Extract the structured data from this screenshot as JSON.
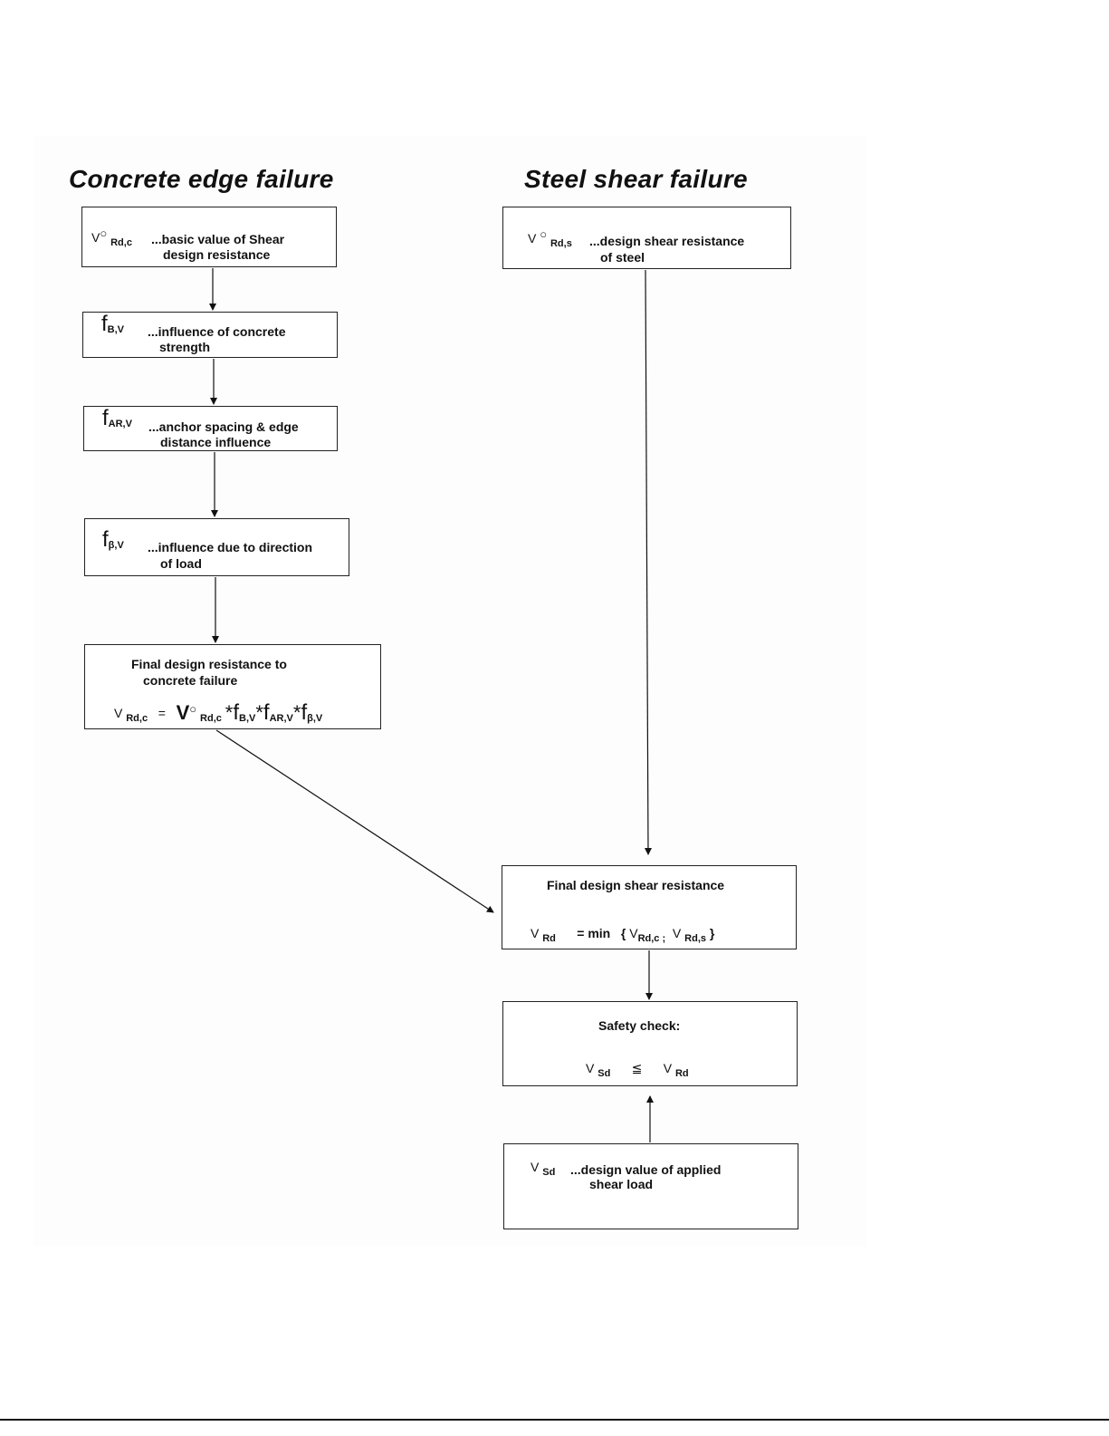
{
  "headings": {
    "concrete": "Concrete edge failure",
    "steel": "Steel shear failure"
  },
  "box_basic_concrete": {
    "symbol": "V",
    "superscript": "○",
    "subscript": "Rd,c",
    "desc_line1": "...basic value of Shear",
    "desc_line2": "design resistance"
  },
  "box_concrete_strength": {
    "symbol": "f",
    "subscript": "B,V",
    "desc_line1": "...influence of concrete",
    "desc_line2": "strength"
  },
  "box_anchor_spacing": {
    "symbol": "f",
    "subscript": "AR,V",
    "desc_line1": "...anchor spacing & edge",
    "desc_line2": "distance influence"
  },
  "box_load_direction": {
    "symbol": "f",
    "subscript": "β,V",
    "desc_line1": "...influence due to direction",
    "desc_line2": "of load"
  },
  "box_final_concrete": {
    "title_line1": "Final design resistance to",
    "title_line2": "concrete failure",
    "lhs_symbol": "V",
    "lhs_subscript": "Rd,c",
    "equals": "=",
    "f1_symbol": "V",
    "f1_superscript": "○",
    "f1_subscript": "Rd,c",
    "mult": "*",
    "f2_symbol": "f",
    "f2_subscript": "B,V",
    "f3_symbol": "f",
    "f3_subscript": "AR,V",
    "f4_symbol": "f",
    "f4_subscript": "β,V"
  },
  "box_basic_steel": {
    "symbol": "V",
    "superscript": "○",
    "subscript": "Rd,s",
    "desc_line1": "...design shear resistance",
    "desc_line2": "of steel"
  },
  "box_final_shear": {
    "title": "Final design shear resistance",
    "lhs_symbol": "V",
    "lhs_subscript": "Rd",
    "eq_min": "= min",
    "brace_open": "{",
    "a_symbol": "V",
    "a_subscript": "Rd,c ;",
    "b_symbol": "V",
    "b_subscript": "Rd,s",
    "brace_close": "}"
  },
  "box_safety": {
    "title": "Safety check:",
    "lhs_symbol": "V",
    "lhs_subscript": "Sd",
    "relation": "≦",
    "rhs_symbol": "V",
    "rhs_subscript": "Rd"
  },
  "box_applied_load": {
    "symbol": "V",
    "subscript": "Sd",
    "desc_line1": "...design value of applied",
    "desc_line2": "shear load"
  }
}
